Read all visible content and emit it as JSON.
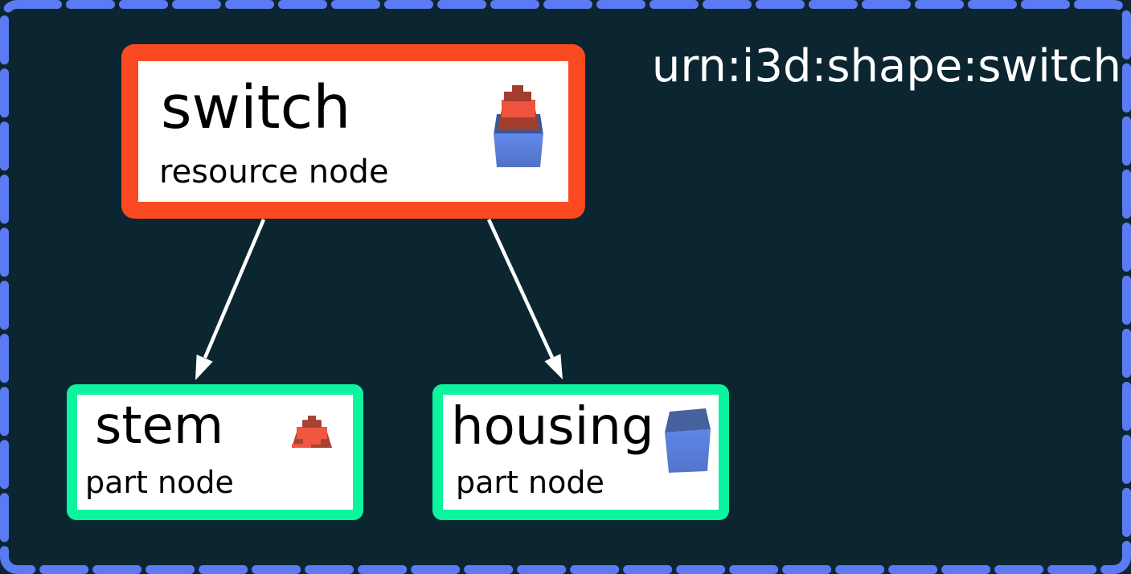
{
  "diagram": {
    "urn_label": "urn:i3d:shape:switch",
    "nodes": [
      {
        "id": "switch",
        "label": "switch",
        "kind": "resource node",
        "icon": "switch-keycap-3d-icon",
        "border_color": "#fb4a22"
      },
      {
        "id": "stem",
        "label": "stem",
        "kind": "part node",
        "icon": "stem-3d-icon",
        "border_color": "#0cf49e"
      },
      {
        "id": "housing",
        "label": "housing",
        "kind": "part node",
        "icon": "housing-cube-3d-icon",
        "border_color": "#0cf49e"
      }
    ],
    "edges": [
      {
        "from": "switch",
        "to": "stem"
      },
      {
        "from": "switch",
        "to": "housing"
      }
    ],
    "colors": {
      "background": "#0c2631",
      "frame_dash_blue": "#5b7bf5",
      "resource_border_orange": "#fb4a22",
      "part_border_green": "#0cf49e",
      "node_fill": "#ffffff",
      "arrow_white": "#ffffff",
      "label_text": "#000000",
      "title_text": "#ffffff",
      "icon_red_bright": "#ef5340",
      "icon_red_dark": "#a23e2c",
      "icon_blue_face": "#6089e8",
      "icon_blue_dark": "#3b5794"
    }
  }
}
